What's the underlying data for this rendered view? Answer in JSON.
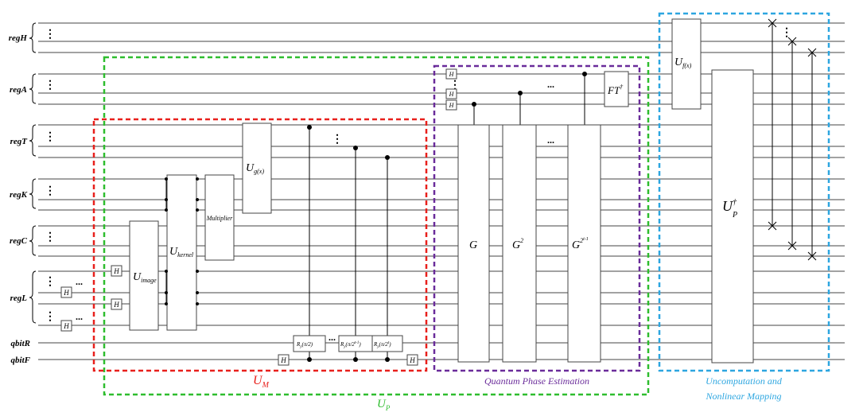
{
  "registers": [
    {
      "label": "regH"
    },
    {
      "label": "regA"
    },
    {
      "label": "regT"
    },
    {
      "label": "regK"
    },
    {
      "label": "regC"
    },
    {
      "label": "regL"
    },
    {
      "label": "qbitR"
    },
    {
      "label": "qbitF"
    }
  ],
  "gates": {
    "u_image": "U",
    "u_image_sub": "image",
    "u_kernel": "U",
    "u_kernel_sub": "kernel",
    "multiplier": "Multiplier",
    "u_gx": "U",
    "u_gx_sub": "g(x)",
    "h": "H",
    "ry1": "R",
    "ry1_arg": "(π/2)",
    "ry2": "R",
    "ry2_arg": "(π/2",
    "ry3": "R",
    "ry3_arg": "(π/2",
    "g1": "G",
    "g2": "G",
    "g2_sup": "2",
    "g3": "G",
    "g3_sup": "2",
    "ft": "FT",
    "ft_sup": "†",
    "u_fx": "U",
    "u_fx_sub": "f(x)",
    "up_dag": "U",
    "up_dag_sup": "†",
    "up_dag_sub": "P",
    "dots": "...",
    "vdots": "⋮"
  },
  "boxes": {
    "um_main": "U",
    "um_sub": "M",
    "up_main": "U",
    "up_sub": "P",
    "qpe": "Quantum Phase Estimation",
    "uncomp_line1": "Uncomputation and",
    "uncomp_line2": "Nonlinear Mapping"
  },
  "colors": {
    "um": "#e8201c",
    "up": "#2ebd2e",
    "qpe": "#6a2c9a",
    "uncomp": "#2da6e0"
  }
}
